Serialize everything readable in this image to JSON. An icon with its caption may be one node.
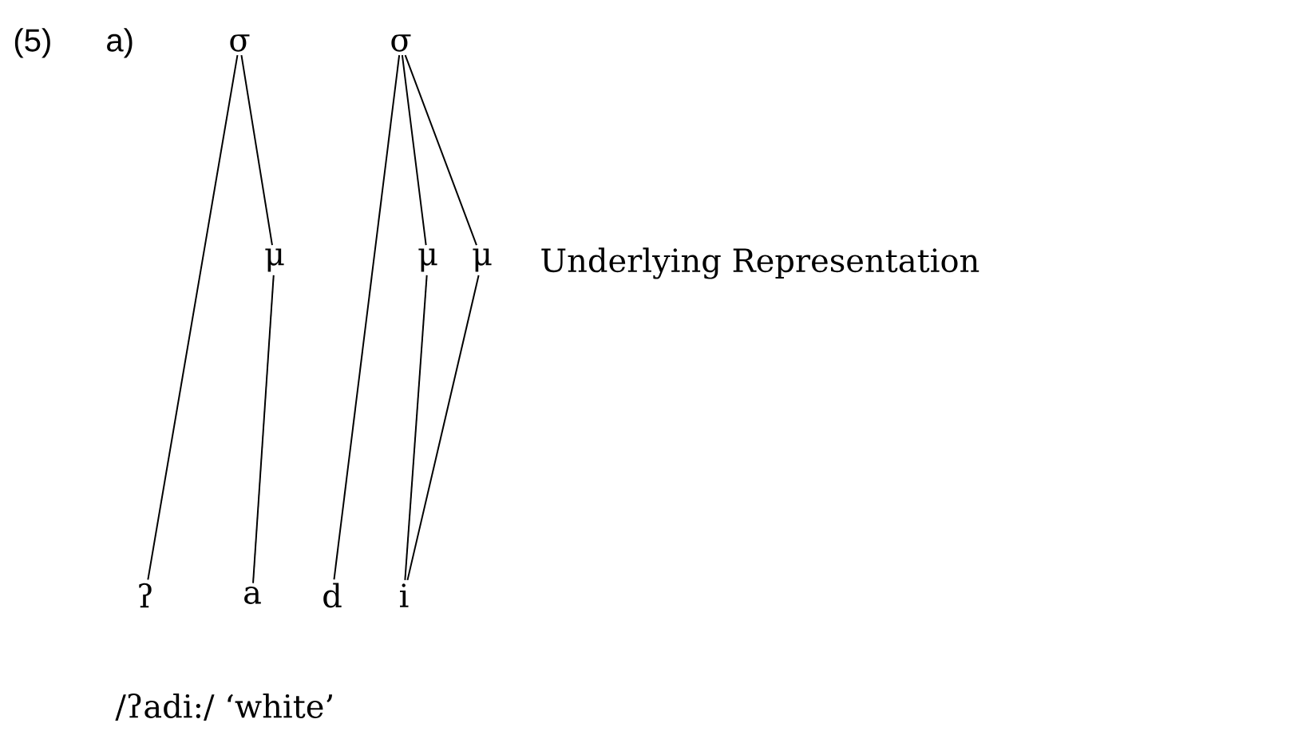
{
  "diagram": {
    "nodes": [
      {
        "text": [
          "σ"
        ]
      },
      {
        "text": [
          "σ"
        ]
      },
      {
        "text": [
          "μ"
        ]
      },
      {
        "text": [
          "μ"
        ]
      },
      {
        "text": [
          "μ"
        ]
      },
      {
        "text": [
          "ʔ"
        ]
      },
      {
        "text": [
          "a"
        ]
      },
      {
        "text": [
          "d"
        ]
      },
      {
        "text": [
          "i"
        ]
      }
    ],
    "edges": [
      {
        "from": 0,
        "to": 5,
        "arrow": "none"
      },
      {
        "from": 0,
        "to": 2,
        "arrow": "none"
      },
      {
        "from": 2,
        "to": 6,
        "arrow": "none"
      },
      {
        "from": 1,
        "to": 7,
        "arrow": "none"
      },
      {
        "from": 1,
        "to": 3,
        "arrow": "none"
      },
      {
        "from": 1,
        "to": 4,
        "arrow": "none"
      },
      {
        "from": 3,
        "to": 8,
        "arrow": "none"
      },
      {
        "from": 4,
        "to": 8,
        "arrow": "none"
      }
    ],
    "labels": [
      "(5)",
      "a)",
      "Underlying Representation",
      "/ʔadi:/ ‘white’"
    ]
  }
}
